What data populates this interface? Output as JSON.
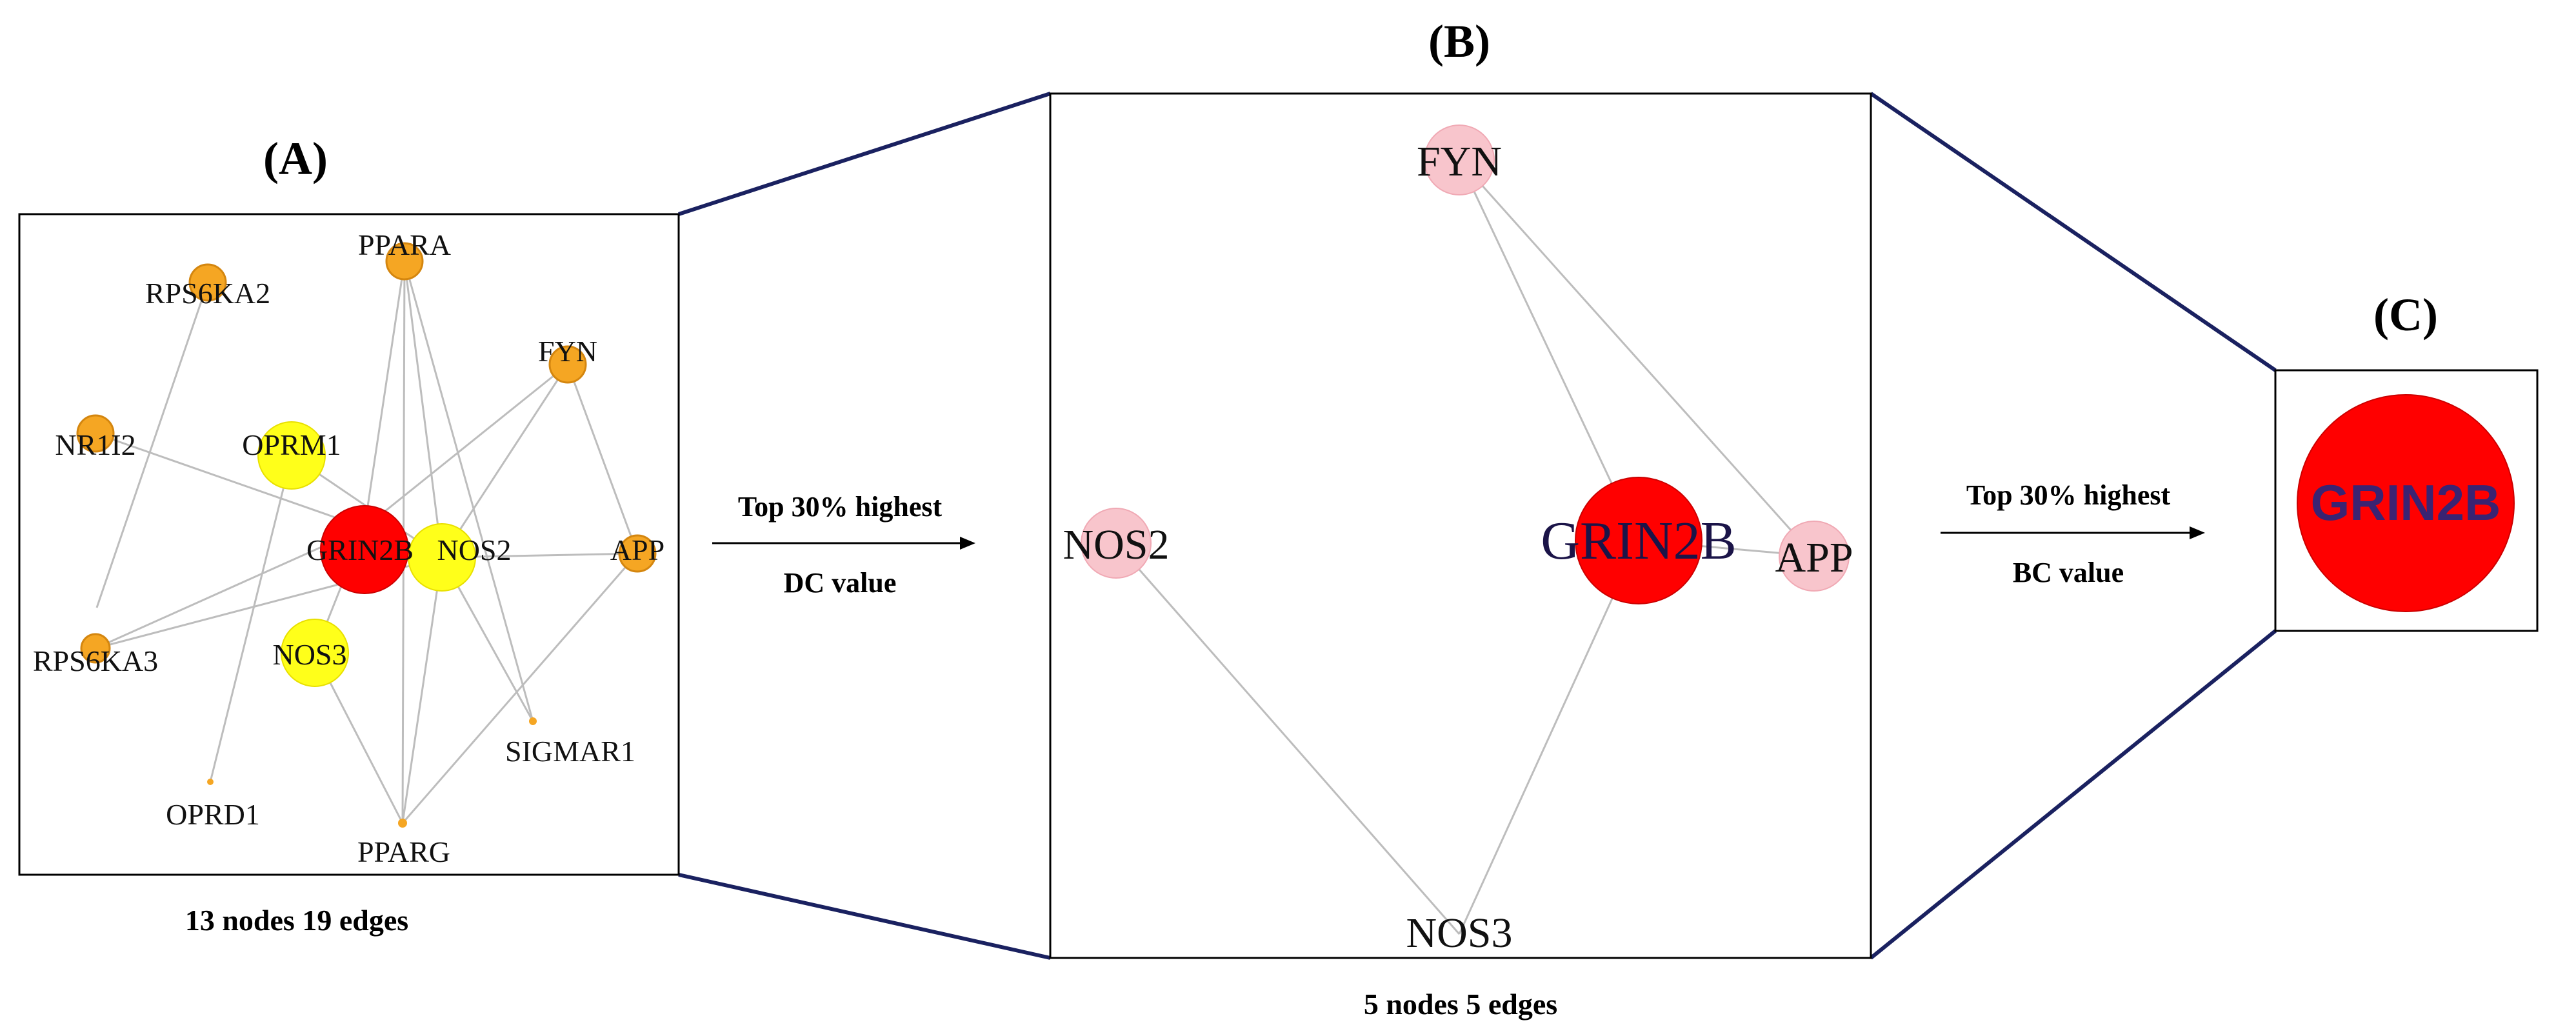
{
  "panels": {
    "a": {
      "label": "(A)",
      "caption": "13 nodes 19 edges"
    },
    "b": {
      "label": "(B)",
      "caption": "5 nodes 5 edges"
    },
    "c": {
      "label": "(C)"
    }
  },
  "arrows": {
    "dc": {
      "line1": "Top 30% highest",
      "line2": "DC value"
    },
    "bc": {
      "line1": "Top 30% highest",
      "line2": "BC value"
    }
  },
  "colors": {
    "hub_node": "#ff0000",
    "level2_node": "#ffff1a",
    "level3_node": "#f5a623",
    "pink_node": "#f8c5cc",
    "edge": "#bdbdbd",
    "funnel": "#1a2160"
  },
  "network_a": {
    "nodes": {
      "PPARA": "PPARA",
      "RPS6KA2": "RPS6KA2",
      "FYN": "FYN",
      "NR1I2": "NR1I2",
      "OPRM1": "OPRM1",
      "GRIN2B": "GRIN2B",
      "NOS2": "NOS2",
      "APP": "APP",
      "RPS6KA3": "RPS6KA3",
      "NOS3": "NOS3",
      "SIGMAR1": "SIGMAR1",
      "OPRD1": "OPRD1",
      "PPARG": "PPARG"
    }
  },
  "network_b": {
    "nodes": {
      "FYN": "FYN",
      "NOS2": "NOS2",
      "GRIN2B": "GRIN2B",
      "APP": "APP",
      "NOS3": "NOS3"
    }
  },
  "network_c": {
    "nodes": {
      "GRIN2B": "GRIN2B"
    }
  }
}
